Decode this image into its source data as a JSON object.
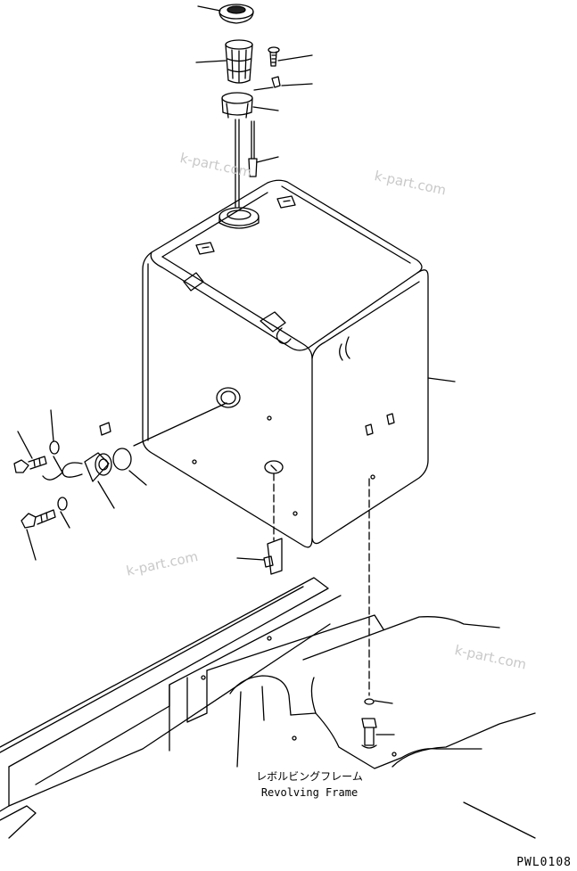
{
  "diagram": {
    "caption_jp": "レボルビングフレーム",
    "caption_en": "Revolving Frame",
    "figure_id": "PWL0108"
  },
  "watermarks": [
    {
      "text": "k-part.com"
    },
    {
      "text": "k-part.com"
    },
    {
      "text": "k-part.com"
    },
    {
      "text": "k-part.com"
    }
  ],
  "colors": {
    "line": "#000000",
    "watermark": "#c9c9c9",
    "background": "#ffffff"
  }
}
